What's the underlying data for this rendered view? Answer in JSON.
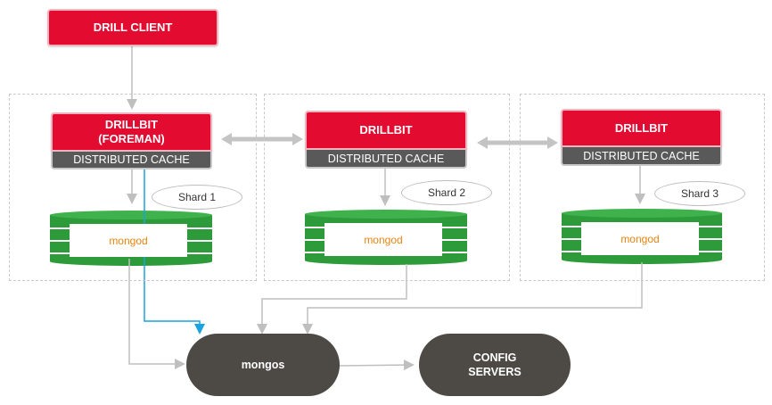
{
  "client": {
    "label": "DRILL CLIENT"
  },
  "nodes": [
    {
      "drillbit": "DRILLBIT\n(FOREMAN)",
      "cache": "DISTRIBUTED CACHE",
      "shard": "Shard 1",
      "db": "mongod"
    },
    {
      "drillbit": "DRILLBIT",
      "cache": "DISTRIBUTED CACHE",
      "shard": "Shard 2",
      "db": "mongod"
    },
    {
      "drillbit": "DRILLBIT",
      "cache": "DISTRIBUTED CACHE",
      "shard": "Shard 3",
      "db": "mongod"
    }
  ],
  "mongos": {
    "label": "mongos"
  },
  "config": {
    "label": "CONFIG\nSERVERS"
  },
  "colors": {
    "accent_red": "#e40b31",
    "cache_gray": "#595959",
    "db_green": "#2e9b3b",
    "pill_dark": "#4d4a46",
    "highlight_arrow": "#1aa3e0",
    "connector_gray": "#bfbfbf"
  }
}
